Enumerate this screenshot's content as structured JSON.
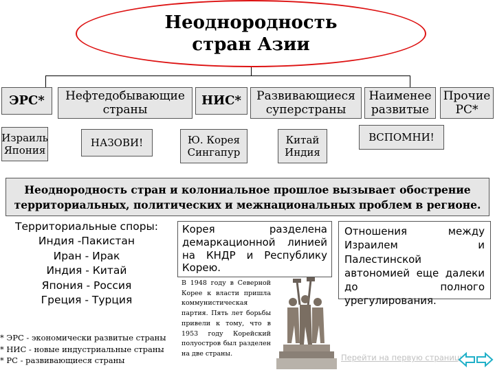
{
  "title": {
    "line1": "Неоднородность",
    "line2": "стран Азии"
  },
  "categories": {
    "ers": "ЭРС*",
    "oil": {
      "line1": "Нефтедобывающие",
      "line2": "страны"
    },
    "nis": "НИС*",
    "developing": {
      "line1": "Развивающиеся",
      "line2": "суперстраны"
    },
    "least": {
      "line1": "Наименее",
      "line2": "развитые"
    },
    "other": {
      "line1": "Прочие",
      "line2": "РС*"
    }
  },
  "examples": {
    "ers": {
      "line1": "Израиль",
      "line2": "Япония"
    },
    "oil": "НАЗОВИ!",
    "nis": {
      "line1": "Ю. Корея",
      "line2": "Сингапур"
    },
    "developing": {
      "line1": "Китай",
      "line2": "Индия"
    },
    "least_other": "ВСПОМНИ!"
  },
  "statement": {
    "line1": "Неоднородность стран  и колониальное прошлое вызывает обострение",
    "line2": "территориальных, политических и межнациональных проблем в регионе."
  },
  "territory": {
    "heading": "Территориальные споры:",
    "items": [
      "Индия -Пакистан",
      "Иран - Ирак",
      "Индия - Китай",
      "Япония - Россия",
      "Греция - Турция"
    ]
  },
  "korea": {
    "text": "Корея разделена демаркационной линией на КНДР и Республику Корею.",
    "note": "В 1948 году в Северной Корее к власти пришла коммунистическая партия. Пять лет борьбы привели к тому, что в 1953 году Корейский полуостров был разделен на две страны."
  },
  "israel": {
    "text": "Отношения между Израилем и Палестинской автономией еще далеки до полного урегулирования."
  },
  "legend": [
    "* ЭРС - экономически развитые страны",
    "* НИС - новые индустриальные страны",
    "* РС - развивающиеся страны"
  ],
  "nav": {
    "link": "Перейти на первую страницу"
  },
  "colors": {
    "oval": "#dd1111",
    "box_fill": "#e6e6e6",
    "arrow": "#20b0c8"
  },
  "icons": {
    "statue": "monument-image",
    "prev": "arrow-left-icon",
    "next": "arrow-right-icon"
  }
}
